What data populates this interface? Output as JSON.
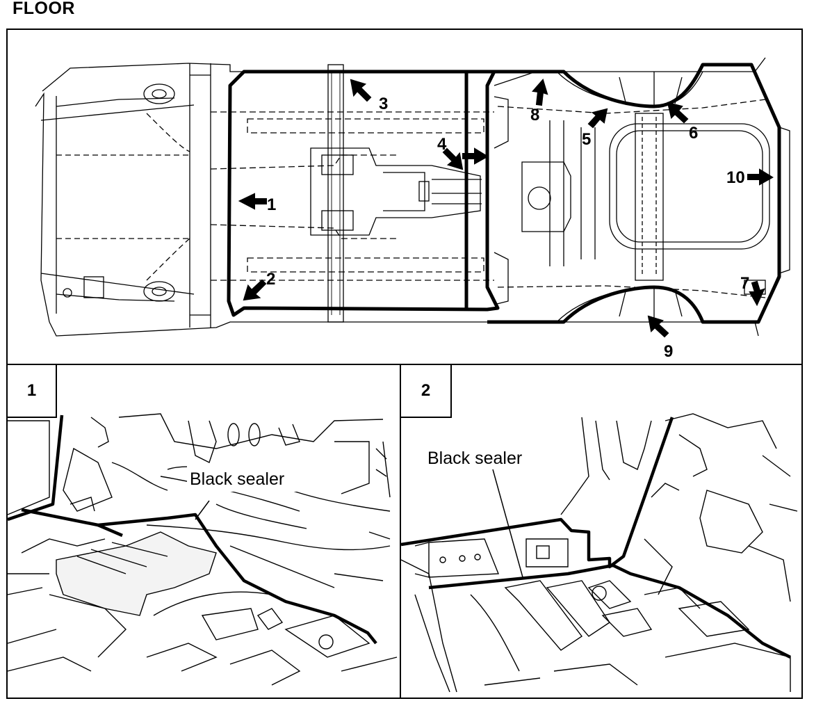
{
  "title": "FLOOR",
  "callouts": [
    "1",
    "2",
    "3",
    "4",
    "5",
    "6",
    "7",
    "8",
    "9",
    "10"
  ],
  "detail_1": {
    "number": "1",
    "label": "Black sealer"
  },
  "detail_2": {
    "number": "2",
    "label": "Black sealer"
  }
}
